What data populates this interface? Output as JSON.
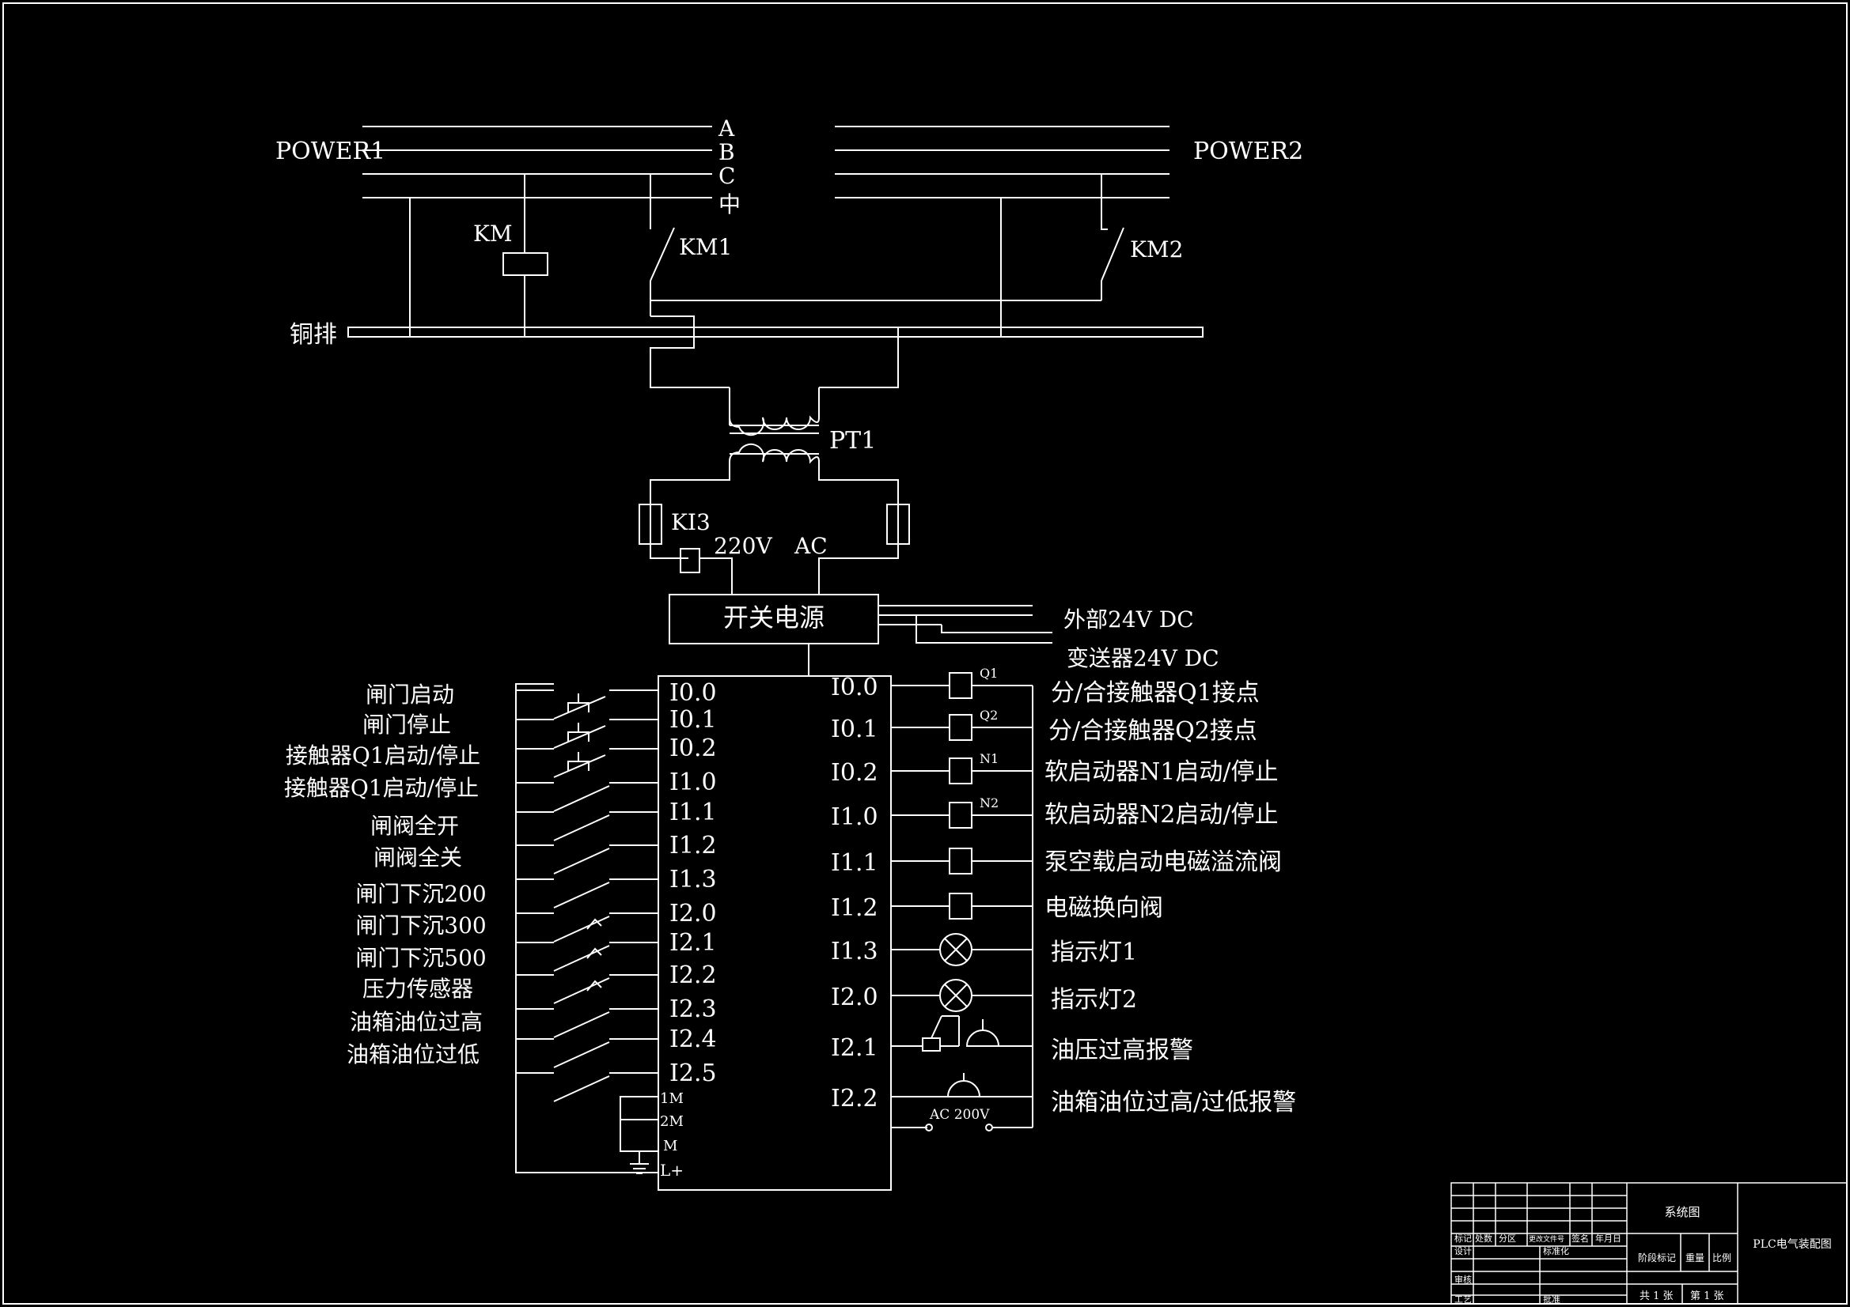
{
  "power": {
    "power1": "POWER1",
    "power2": "POWER2",
    "phase_a": "A",
    "phase_b": "B",
    "phase_c": "C",
    "phase_n": "中"
  },
  "devices": {
    "km": "KM",
    "km1": "KM1",
    "km2": "KM2",
    "busbar": "铜排",
    "pt1": "PT1",
    "ki3": "KI3",
    "v220": "220V",
    "ac": "AC",
    "psu": "开关电源",
    "ext24": "外部24V DC",
    "tx24": "变送器24V DC"
  },
  "plc_inputs": {
    "labels": [
      "闸门启动",
      "闸门停止",
      "接触器Q1启动/停止",
      "接触器Q1启动/停止",
      "闸阀全开",
      "闸阀全关",
      "闸门下沉200",
      "闸门下沉300",
      "闸门下沉500",
      "压力传感器",
      "油箱油位过高",
      "油箱油位过低"
    ],
    "addresses": [
      "I0.0",
      "I0.1",
      "I0.2",
      "I1.0",
      "I1.1",
      "I1.2",
      "I1.3",
      "I2.0",
      "I2.1",
      "I2.2",
      "I2.3",
      "I2.4",
      "I2.5"
    ],
    "terminals": [
      "1M",
      "2M",
      "M",
      "L+"
    ]
  },
  "plc_outputs": {
    "addresses": [
      "I0.0",
      "I0.1",
      "I0.2",
      "I1.0",
      "I1.1",
      "I1.2",
      "I1.3",
      "I2.0",
      "I2.1",
      "I2.2"
    ],
    "coils": [
      "Q1",
      "Q2",
      "N1",
      "N2"
    ],
    "labels": [
      "分/合接触器Q1接点",
      "分/合接触器Q2接点",
      "软启动器N1启动/停止",
      "软启动器N2启动/停止",
      "泵空载启动电磁溢流阀",
      "电磁换向阀",
      "指示灯1",
      "指示灯2",
      "油压过高报警",
      "油箱油位过高/过低报警"
    ],
    "ac200": "AC 200V"
  },
  "title_block": {
    "drawing_title": "PLC电气装配图",
    "system_diagram": "系统图",
    "row_headers": [
      "标记",
      "处数",
      "分区",
      "更改文件号",
      "签名",
      "年月日"
    ],
    "design": "设计",
    "standardize": "标准化",
    "stage_mark": "阶段标记",
    "weight": "重量",
    "scale": "比例",
    "review": "审核",
    "process": "工艺",
    "approve": "批准",
    "total_sheets": "共 1 张",
    "sheet_no": "第 1 张"
  }
}
